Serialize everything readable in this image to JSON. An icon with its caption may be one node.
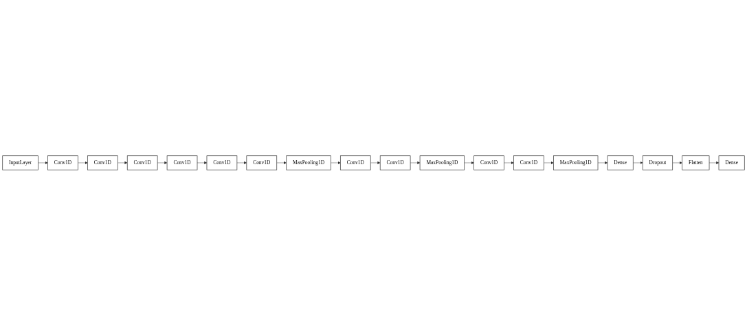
{
  "diagram": {
    "nodes": [
      {
        "text": [
          "InputLayer"
        ]
      },
      {
        "text": [
          "Conv1D"
        ]
      },
      {
        "text": [
          "Conv1D"
        ]
      },
      {
        "text": [
          "Conv1D"
        ]
      },
      {
        "text": [
          "Conv1D"
        ]
      },
      {
        "text": [
          "Conv1D"
        ]
      },
      {
        "text": [
          "Conv1D"
        ]
      },
      {
        "text": [
          "MaxPooling1D"
        ]
      },
      {
        "text": [
          "Conv1D"
        ]
      },
      {
        "text": [
          "Conv1D"
        ]
      },
      {
        "text": [
          "MaxPooling1D"
        ]
      },
      {
        "text": [
          "Conv1D"
        ]
      },
      {
        "text": [
          "Conv1D"
        ]
      },
      {
        "text": [
          "MaxPooling1D"
        ]
      },
      {
        "text": [
          "Dense"
        ]
      },
      {
        "text": [
          "Dropout"
        ]
      },
      {
        "text": [
          "Flatten"
        ]
      },
      {
        "text": [
          "Dense"
        ]
      }
    ],
    "edges": [
      {
        "from": 0,
        "to": 1,
        "arrow": "to"
      },
      {
        "from": 1,
        "to": 2,
        "arrow": "to"
      },
      {
        "from": 2,
        "to": 3,
        "arrow": "to"
      },
      {
        "from": 3,
        "to": 4,
        "arrow": "to"
      },
      {
        "from": 4,
        "to": 5,
        "arrow": "to"
      },
      {
        "from": 5,
        "to": 6,
        "arrow": "to"
      },
      {
        "from": 6,
        "to": 7,
        "arrow": "to"
      },
      {
        "from": 7,
        "to": 8,
        "arrow": "to"
      },
      {
        "from": 8,
        "to": 9,
        "arrow": "to"
      },
      {
        "from": 9,
        "to": 10,
        "arrow": "to"
      },
      {
        "from": 10,
        "to": 11,
        "arrow": "to"
      },
      {
        "from": 11,
        "to": 12,
        "arrow": "to"
      },
      {
        "from": 12,
        "to": 13,
        "arrow": "to"
      },
      {
        "from": 13,
        "to": 14,
        "arrow": "to"
      },
      {
        "from": 14,
        "to": 15,
        "arrow": "to"
      },
      {
        "from": 15,
        "to": 16,
        "arrow": "to"
      },
      {
        "from": 16,
        "to": 17,
        "arrow": "to"
      }
    ]
  }
}
